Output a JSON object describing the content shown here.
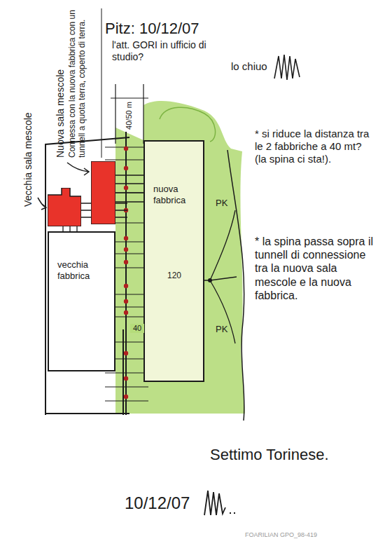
{
  "diagram": {
    "nodes": [
      {
        "text": [
          "Nuova sala mescole",
          "Connessa con la nuova fabbrica con un tunnell a quota terra, coperto di terra."
        ]
      },
      {
        "text": [
          "Vecchia sala mescole"
        ]
      },
      {
        "text": [
          "nuova fabbrica"
        ]
      },
      {
        "text": [
          "vecchia fabbrica"
        ]
      }
    ],
    "edges": [
      {
        "from": 0,
        "to": 2,
        "arrow": "none"
      }
    ],
    "labels": [
      "Pitz: 10/12/07",
      "l'att. GORI in ufficio di studio?",
      "lo chiuo",
      "40/50 m",
      "120",
      "40",
      "PK",
      "PK",
      "* si riduce la distanza tra le 2 fabbriche a 40 mt? (la spina ci sta!).",
      "* la spina passa sopra il tunnell di connessione tra la nuova sala mescole e la nuova fabbrica.",
      "Settimo Torinese.",
      "10/12/07",
      "FOARILIAN GPO_98-419"
    ]
  }
}
